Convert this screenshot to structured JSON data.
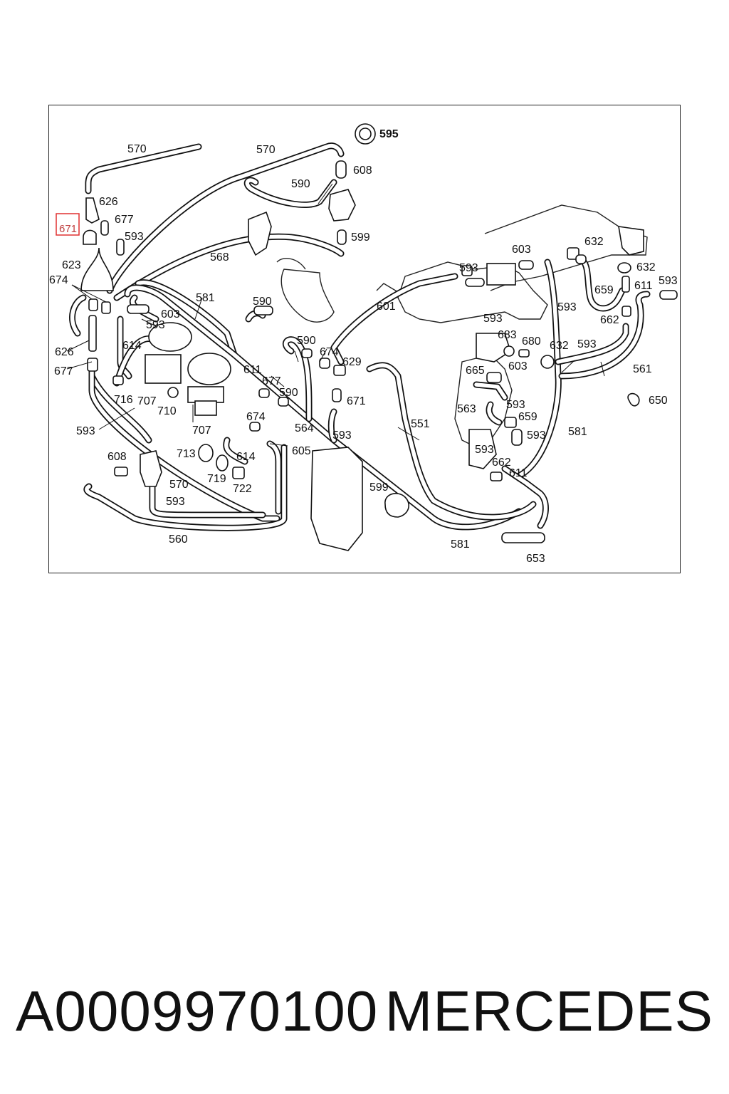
{
  "diagram": {
    "highlighted_label": "671",
    "labels": [
      {
        "id": "l570a",
        "text": "570"
      },
      {
        "id": "l570b",
        "text": "570"
      },
      {
        "id": "l595",
        "text": "595"
      },
      {
        "id": "l608a",
        "text": "608"
      },
      {
        "id": "l590a",
        "text": "590"
      },
      {
        "id": "l626a",
        "text": "626"
      },
      {
        "id": "l677a",
        "text": "677"
      },
      {
        "id": "l593a",
        "text": "593"
      },
      {
        "id": "l599a",
        "text": "599"
      },
      {
        "id": "l568",
        "text": "568"
      },
      {
        "id": "l623",
        "text": "623"
      },
      {
        "id": "l674a",
        "text": "674"
      },
      {
        "id": "l581a",
        "text": "581"
      },
      {
        "id": "l590b",
        "text": "590"
      },
      {
        "id": "l603a",
        "text": "603"
      },
      {
        "id": "l593b",
        "text": "593"
      },
      {
        "id": "l614a",
        "text": "614"
      },
      {
        "id": "l626b",
        "text": "626"
      },
      {
        "id": "l677b",
        "text": "677"
      },
      {
        "id": "l716",
        "text": "716"
      },
      {
        "id": "l707a",
        "text": "707"
      },
      {
        "id": "l710",
        "text": "710"
      },
      {
        "id": "l611a",
        "text": "611"
      },
      {
        "id": "l677c",
        "text": "677"
      },
      {
        "id": "l590c",
        "text": "590"
      },
      {
        "id": "l590d",
        "text": "590"
      },
      {
        "id": "l674b",
        "text": "674"
      },
      {
        "id": "l629",
        "text": "629"
      },
      {
        "id": "l671",
        "text": "671"
      },
      {
        "id": "l601",
        "text": "601"
      },
      {
        "id": "l603b",
        "text": "603"
      },
      {
        "id": "l593c",
        "text": "593"
      },
      {
        "id": "l632a",
        "text": "632"
      },
      {
        "id": "l632b",
        "text": "632"
      },
      {
        "id": "l593d",
        "text": "593"
      },
      {
        "id": "l659a",
        "text": "659"
      },
      {
        "id": "l611b",
        "text": "611"
      },
      {
        "id": "l593e",
        "text": "593"
      },
      {
        "id": "l662a",
        "text": "662"
      },
      {
        "id": "l593f",
        "text": "593"
      },
      {
        "id": "l683",
        "text": "683"
      },
      {
        "id": "l680",
        "text": "680"
      },
      {
        "id": "l632c",
        "text": "632"
      },
      {
        "id": "l593g",
        "text": "593"
      },
      {
        "id": "l561",
        "text": "561"
      },
      {
        "id": "l665",
        "text": "665"
      },
      {
        "id": "l603c",
        "text": "603"
      },
      {
        "id": "l650",
        "text": "650"
      },
      {
        "id": "l563",
        "text": "563"
      },
      {
        "id": "l593h",
        "text": "593"
      },
      {
        "id": "l659b",
        "text": "659"
      },
      {
        "id": "l593i",
        "text": "593"
      },
      {
        "id": "l581b",
        "text": "581"
      },
      {
        "id": "l551",
        "text": "551"
      },
      {
        "id": "l564",
        "text": "564"
      },
      {
        "id": "l593j",
        "text": "593"
      },
      {
        "id": "l593k",
        "text": "593"
      },
      {
        "id": "l662b",
        "text": "662"
      },
      {
        "id": "l611c",
        "text": "611"
      },
      {
        "id": "l599b",
        "text": "599"
      },
      {
        "id": "l593l",
        "text": "593"
      },
      {
        "id": "l707b",
        "text": "707"
      },
      {
        "id": "l674c",
        "text": "674"
      },
      {
        "id": "l605",
        "text": "605"
      },
      {
        "id": "l713",
        "text": "713"
      },
      {
        "id": "l614b",
        "text": "614"
      },
      {
        "id": "l608b",
        "text": "608"
      },
      {
        "id": "l719",
        "text": "719"
      },
      {
        "id": "l722",
        "text": "722"
      },
      {
        "id": "l570c",
        "text": "570"
      },
      {
        "id": "l593m",
        "text": "593"
      },
      {
        "id": "l560",
        "text": "560"
      },
      {
        "id": "l581c",
        "text": "581"
      },
      {
        "id": "l653",
        "text": "653"
      }
    ]
  },
  "footer": {
    "part_number": "A0009970100",
    "brand": "MERCEDES"
  }
}
